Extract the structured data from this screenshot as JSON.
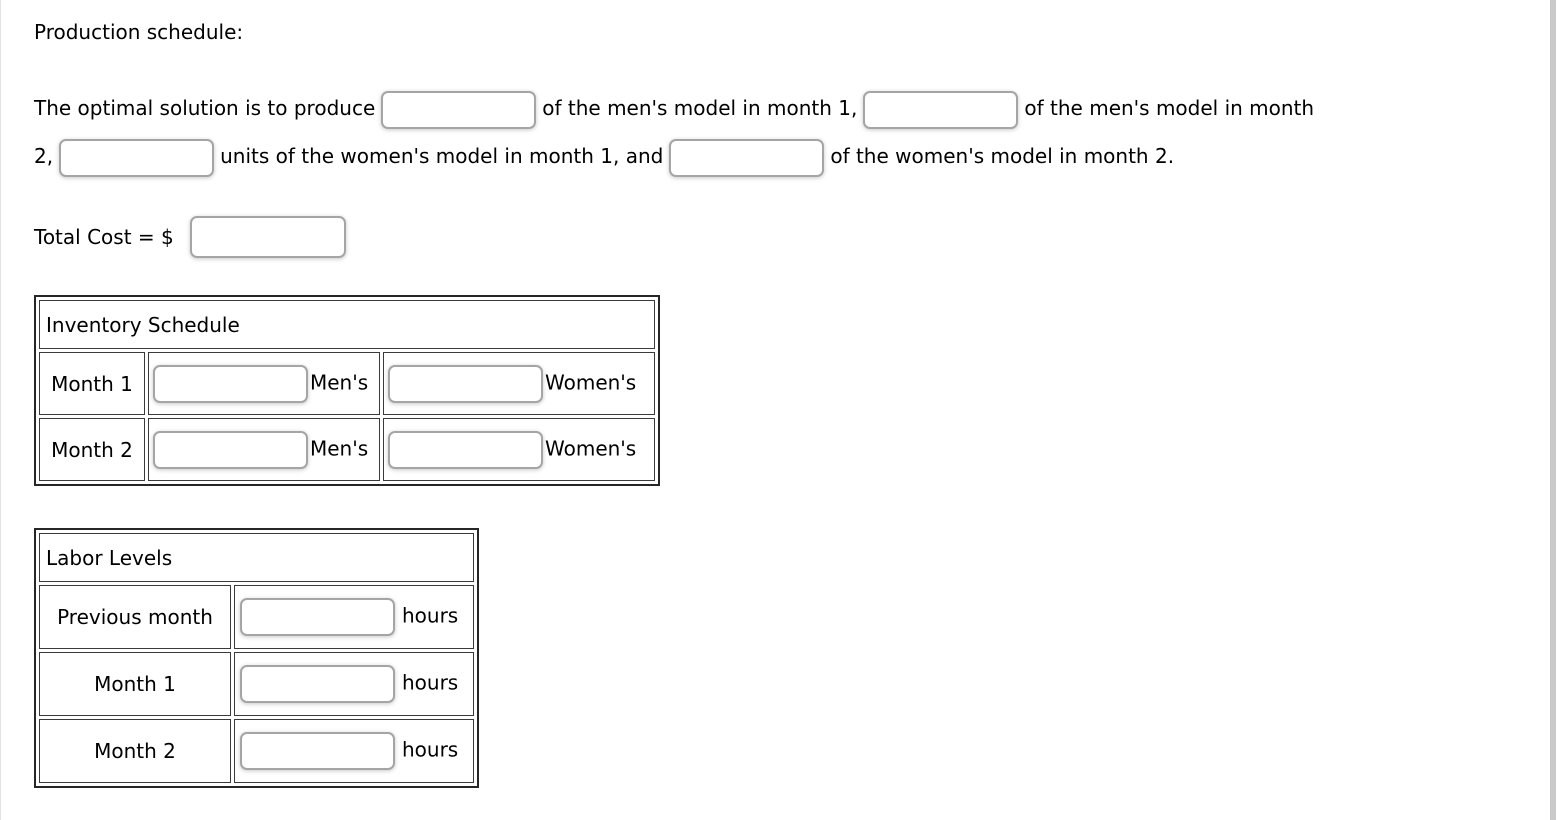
{
  "heading": "Production schedule:",
  "sentence": {
    "s1": "The optimal solution is to produce",
    "s2": "of the men's model in month 1,",
    "s3": "of the men's model in month",
    "s4": "2,",
    "s5": "units of the women's model in month 1, and",
    "s6": "of the women's model in month 2.",
    "inputs": {
      "mens_month1": "",
      "mens_month2": "",
      "womens_month1": "",
      "womens_month2": ""
    }
  },
  "total_cost": {
    "label": "Total Cost = $",
    "value": ""
  },
  "inventory_table": {
    "title": "Inventory Schedule",
    "rows": [
      {
        "label": "Month 1",
        "mens_value": "",
        "mens_unit": "Men's",
        "womens_value": "",
        "womens_unit": "Women's"
      },
      {
        "label": "Month 2",
        "mens_value": "",
        "mens_unit": "Men's",
        "womens_value": "",
        "womens_unit": "Women's"
      }
    ]
  },
  "labor_table": {
    "title": "Labor Levels",
    "rows": [
      {
        "label": "Previous month",
        "value": "",
        "unit": "hours"
      },
      {
        "label": "Month 1",
        "value": "",
        "unit": "hours"
      },
      {
        "label": "Month 2",
        "value": "",
        "unit": "hours"
      }
    ]
  },
  "colors": {
    "background": "#ffffff",
    "text": "#000000",
    "table_border": "#262626",
    "cell_border": "#3a3a3a",
    "input_border": "#a5a5a5",
    "scrollbar": "#c9c9c9"
  }
}
